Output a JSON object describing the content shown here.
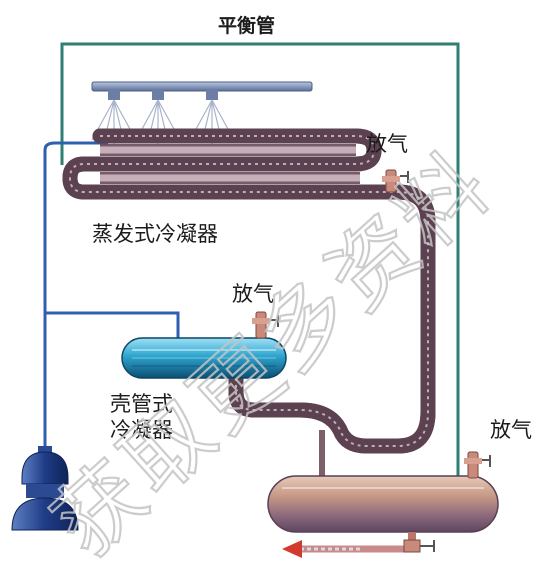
{
  "labels": {
    "balance_pipe": "平衡管",
    "vent_top": "放气",
    "vent_mid": "放气",
    "vent_right": "放气",
    "evaporative_condenser": "蒸发式冷凝器",
    "shell_tube_line1": "壳管式",
    "shell_tube_line2": "冷凝器"
  },
  "watermark": {
    "text": "获取更多资料",
    "image_text_visible": "获取更多资料",
    "note_color": "#c9c9c9"
  },
  "colors": {
    "balance_pipe": "#2f7f74",
    "water_pipe": "#2f5fb0",
    "coil_outer": "#7a5660",
    "coil_inner": "#cdb7bf",
    "receiver_body": "#b98a7a",
    "receiver_band": "#6c4f6d",
    "shell_tube": "#2a9fc7",
    "shell_tube_dark": "#0e5f86",
    "pump": "#1f3f86",
    "arrow": "#d23a2e",
    "spray": "#9aa7c4",
    "manifold": "#7b8fb6"
  }
}
